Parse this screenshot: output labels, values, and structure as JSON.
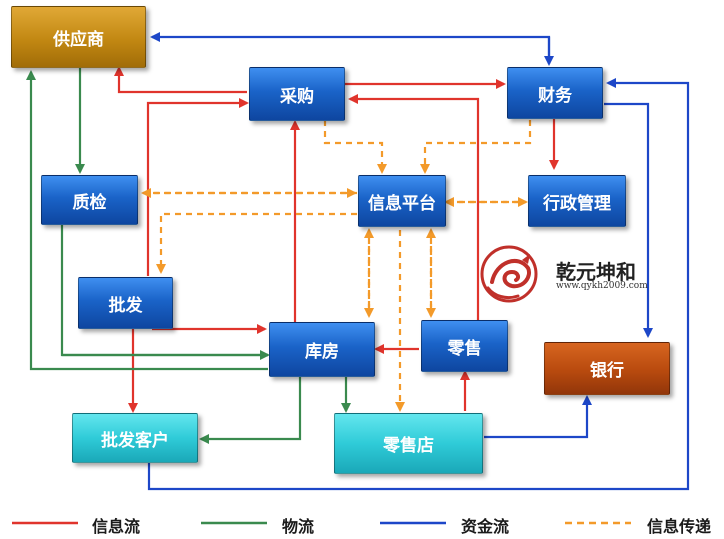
{
  "nodes": {
    "supplier": "供应商",
    "purchasing": "采购",
    "finance": "财务",
    "qc": "质检",
    "info_platform": "信息平台",
    "admin": "行政管理",
    "wholesale": "批发",
    "warehouse": "库房",
    "retail": "零售",
    "bank": "银行",
    "wholesale_customer": "批发客户",
    "retail_store": "零售店"
  },
  "logo": {
    "title": "乾元坤和",
    "url": "www.qykh2009.com"
  },
  "legend": {
    "info_flow": "信息流",
    "logistics": "物流",
    "capital_flow": "资金流",
    "info_transfer": "信息传递"
  },
  "colors": {
    "info_flow": "#e0342c",
    "logistics": "#3a8a4e",
    "capital_flow": "#1d47c8",
    "info_transfer": "#f39a2a",
    "node_blue": "#1a63c8",
    "node_gold": "#c28812",
    "node_rust": "#b84a0e",
    "node_cyan": "#2fcbd8"
  }
}
